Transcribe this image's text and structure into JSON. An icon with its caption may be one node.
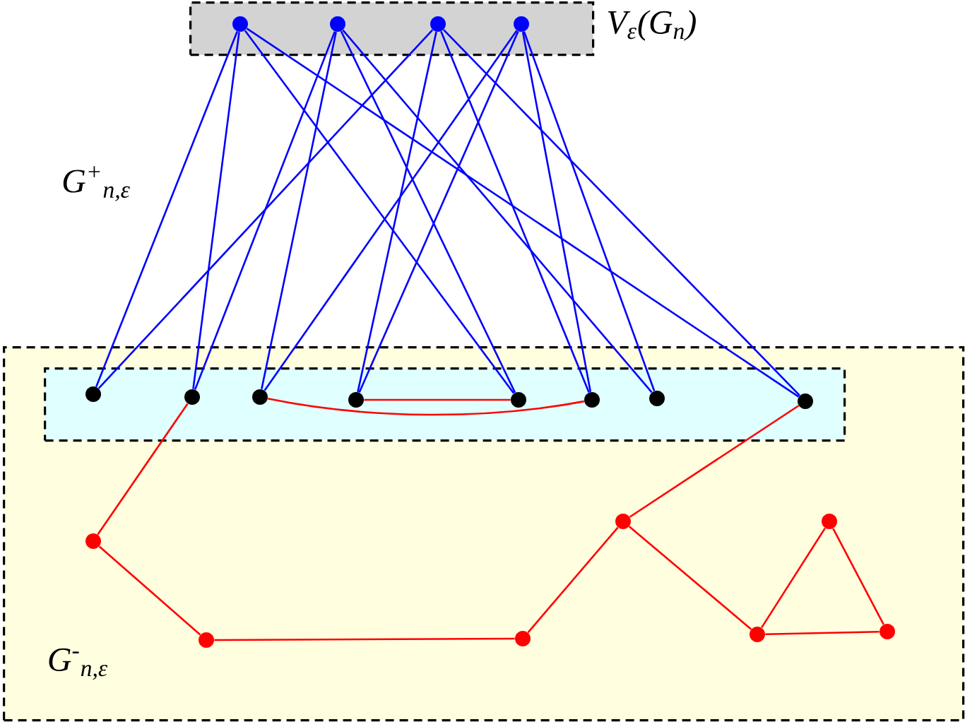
{
  "diagram": {
    "nodes": [
      {
        "text": [
          "V$_{ε}$(G$_{n}$)"
        ]
      },
      {
        "text": [],
        "shape": "circle",
        "in": 0
      },
      {
        "text": [],
        "shape": "circle",
        "in": 0
      },
      {
        "text": [],
        "shape": "circle",
        "in": 0
      },
      {
        "text": [],
        "shape": "circle",
        "in": 0
      },
      {
        "text": [
          "G$^{-}$$_{n,ε}$"
        ]
      },
      {
        "text": [],
        "shape": "box",
        "in": 5
      },
      {
        "text": [],
        "shape": "circle",
        "in": 6
      },
      {
        "text": [],
        "shape": "circle",
        "in": 6
      },
      {
        "text": [],
        "shape": "circle",
        "in": 6
      },
      {
        "text": [],
        "shape": "circle",
        "in": 6
      },
      {
        "text": [],
        "shape": "circle",
        "in": 6
      },
      {
        "text": [],
        "shape": "circle",
        "in": 6
      },
      {
        "text": [],
        "shape": "circle",
        "in": 6
      },
      {
        "text": [],
        "shape": "circle",
        "in": 6
      },
      {
        "text": [],
        "shape": "circle",
        "in": 5
      },
      {
        "text": [],
        "shape": "circle",
        "in": 5
      },
      {
        "text": [],
        "shape": "circle",
        "in": 5
      },
      {
        "text": [],
        "shape": "circle",
        "in": 5
      },
      {
        "text": [],
        "shape": "circle",
        "in": 5
      },
      {
        "text": [],
        "shape": "circle",
        "in": 5
      },
      {
        "text": [],
        "shape": "circle",
        "in": 5
      }
    ],
    "edges": [
      {
        "from": 1,
        "to": 7,
        "arrow": "none"
      },
      {
        "from": 1,
        "to": 8,
        "arrow": "none"
      },
      {
        "from": 1,
        "to": 11,
        "arrow": "none"
      },
      {
        "from": 1,
        "to": 14,
        "arrow": "none"
      },
      {
        "from": 2,
        "to": 8,
        "arrow": "none"
      },
      {
        "from": 2,
        "to": 9,
        "arrow": "none"
      },
      {
        "from": 2,
        "to": 11,
        "arrow": "none"
      },
      {
        "from": 2,
        "to": 13,
        "arrow": "none"
      },
      {
        "from": 3,
        "to": 7,
        "arrow": "none"
      },
      {
        "from": 3,
        "to": 10,
        "arrow": "none"
      },
      {
        "from": 3,
        "to": 12,
        "arrow": "none"
      },
      {
        "from": 3,
        "to": 14,
        "arrow": "none"
      },
      {
        "from": 4,
        "to": 9,
        "arrow": "none"
      },
      {
        "from": 4,
        "to": 10,
        "arrow": "none"
      },
      {
        "from": 4,
        "to": 12,
        "arrow": "none"
      },
      {
        "from": 4,
        "to": 13,
        "arrow": "none"
      },
      {
        "from": 8,
        "to": 15,
        "arrow": "none",
        "color": "#ff0000"
      },
      {
        "from": 15,
        "to": 16,
        "arrow": "none",
        "color": "#ff0000"
      },
      {
        "from": 16,
        "to": 17,
        "arrow": "none",
        "color": "#ff0000"
      },
      {
        "from": 17,
        "to": 18,
        "arrow": "none",
        "color": "#ff0000"
      },
      {
        "from": 18,
        "to": 14,
        "arrow": "none",
        "color": "#ff0000"
      },
      {
        "from": 18,
        "to": 19,
        "arrow": "none",
        "color": "#ff0000"
      },
      {
        "from": 19,
        "to": 20,
        "arrow": "none",
        "color": "#ff0000"
      },
      {
        "from": 20,
        "to": 21,
        "arrow": "none",
        "color": "#ff0000"
      },
      {
        "from": 19,
        "to": 21,
        "arrow": "none",
        "color": "#ff0000"
      },
      {
        "from": 9,
        "to": 12,
        "arrow": "none",
        "color": "#ff0000"
      },
      {
        "from": 10,
        "to": 11,
        "arrow": "none",
        "color": "#ff0000"
      }
    ],
    "labels": [
      "G$^{+}$$_{n,ε}$"
    ]
  }
}
